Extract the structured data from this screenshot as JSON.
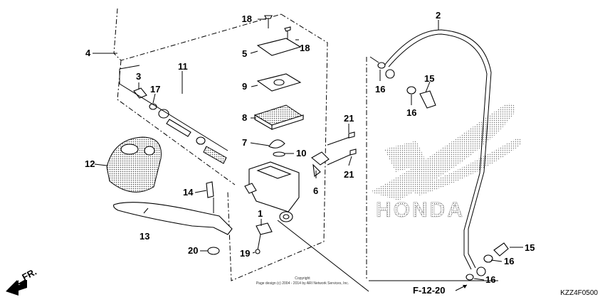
{
  "diagram": {
    "callouts": [
      "1",
      "2",
      "3",
      "4",
      "5",
      "6",
      "7",
      "8",
      "9",
      "10",
      "11",
      "12",
      "13",
      "14",
      "15",
      "15",
      "16",
      "16",
      "16",
      "16",
      "17",
      "18",
      "18",
      "19",
      "20",
      "21",
      "21"
    ],
    "cross_reference": "F-12-20",
    "diagram_code": "KZZ4F0500",
    "watermark_text": "HONDA",
    "front_label": "FR.",
    "copyright": [
      "Copyright",
      "Page design (c) 2004 - 2014 by ARI Network Services, Inc."
    ]
  }
}
